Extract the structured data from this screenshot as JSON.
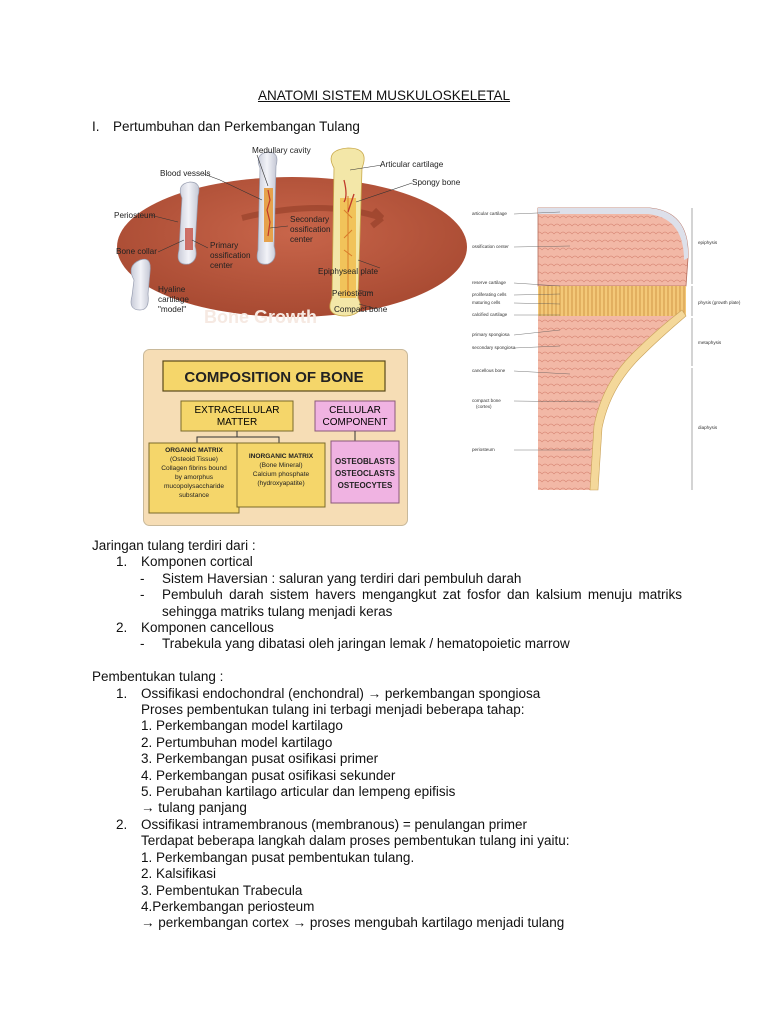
{
  "document": {
    "title": "ANATOMI SISTEM MUSKULOSKELETAL",
    "section": {
      "number": "I.",
      "heading": "Pertumbuhan dan Perkembangan Tulang"
    }
  },
  "figures": {
    "bone_growth": {
      "title": "Bone Growth",
      "labels": {
        "medullary_cavity": "Medullary cavity",
        "blood_vessels": "Blood vessels",
        "articular_cartilage": "Articular cartilage",
        "spongy_bone": "Spongy bone",
        "periosteum_left": "Periosteum",
        "secondary_ossification_1": "Secondary",
        "secondary_ossification_2": "ossification",
        "secondary_ossification_3": "center",
        "bone_collar": "Bone collar",
        "primary_ossification_1": "Primary",
        "primary_ossification_2": "ossification",
        "primary_ossification_3": "center",
        "epiphyseal_plate": "Epiphyseal plate",
        "hyaline_1": "Hyaline",
        "hyaline_2": "cartilage",
        "hyaline_3": "\"model\"",
        "periosteum_right": "Periosteum",
        "compact_bone": "Compact bone"
      }
    },
    "composition": {
      "title": "COMPOSITION OF BONE",
      "extracellular_1": "EXTRACELLULAR",
      "extracellular_2": "MATTER",
      "cellular_1": "CELLULAR",
      "cellular_2": "COMPONENT",
      "organic": [
        "ORGANIC MATRIX",
        "(Osteoid Tissue)",
        "Collagen fibrins bound",
        "by amorphus",
        "mucopolysaccharide",
        "substance"
      ],
      "inorganic": [
        "INORGANIC MATRIX",
        "(Bone Mineral)",
        "Calcium phosphate",
        "(hydroxyapatite)"
      ],
      "cells": [
        "OSTEOBLASTS",
        "OSTEOCLASTS",
        "OSTEOCYTES"
      ]
    },
    "long_bone": {
      "left_labels": {
        "articular_cartilage": "articular cartilage",
        "ossification_center": "ossification center",
        "reserve_cartilage": "reserve cartilage",
        "proliferating_cells": "proliferating cells",
        "maturing_cells": "maturing cells",
        "calcified_cartilage": "calcified cartilage",
        "primary_spongiosa": "primary spongiosa",
        "secondary_spongiosa": "secondary spongiosa",
        "cancellous_bone": "cancellous bone",
        "compact_bone": "compact bone",
        "cortex": "(cortex)",
        "periosteum": "periosteum"
      },
      "right_labels": {
        "epiphysis": "epiphysis",
        "physis": "physis (growth plate)",
        "metaphysis": "metaphysis",
        "diaphysis": "diaphysis"
      }
    }
  },
  "body": {
    "intro": "Jaringan tulang terdiri dari :",
    "components": [
      {
        "num": "1.",
        "title": "Komponen cortical",
        "bullets": [
          {
            "mark": "-",
            "text": "Sistem Haversian : saluran yang terdiri dari pembuluh darah"
          },
          {
            "mark": "-",
            "text": "Pembuluh darah sistem havers mengangkut zat fosfor dan kalsium menuju matriks sehingga matriks tulang menjadi keras"
          }
        ]
      },
      {
        "num": "2.",
        "title": "Komponen cancellous",
        "bullets": [
          {
            "mark": "-",
            "text": "Trabekula yang dibatasi oleh jaringan lemak / hematopoietic marrow"
          }
        ]
      }
    ],
    "formation_heading": "Pembentukan tulang :",
    "formation": [
      {
        "num": "1.",
        "title": "Ossifikasi endochondral (enchondral) → perkembangan spongiosa",
        "lines": [
          "Proses pembentukan tulang ini terbagi menjadi beberapa tahap:",
          "1. Perkembangan model kartilago",
          "2. Pertumbuhan model kartilago",
          "3. Perkembangan pusat osifikasi primer",
          "4. Perkembangan pusat osifikasi sekunder",
          "5. Perubahan kartilago articular dan lempeng epifisis",
          "→ tulang panjang"
        ]
      },
      {
        "num": "2.",
        "title": "Ossifikasi intramembranous (membranous) = penulangan primer",
        "lines": [
          "Terdapat beberapa langkah dalam proses pembentukan tulang ini yaitu:",
          "1. Perkembangan pusat pembentukan tulang.",
          "2. Kalsifikasi",
          "3. Pembentukan Trabecula",
          "4.Perkembangan periosteum",
          "→ perkembangan cortex → proses mengubah kartilago menjadi tulang"
        ]
      }
    ]
  },
  "colors": {
    "disc": "#b5573a",
    "cartilage": "#dfe1ea",
    "yellow_box": "#f5d66a",
    "pink_box": "#f0b3e2",
    "panel": "#f6ddb5",
    "bone_pink": "#f1b7ad",
    "marrow_yellow": "#f3c878"
  }
}
